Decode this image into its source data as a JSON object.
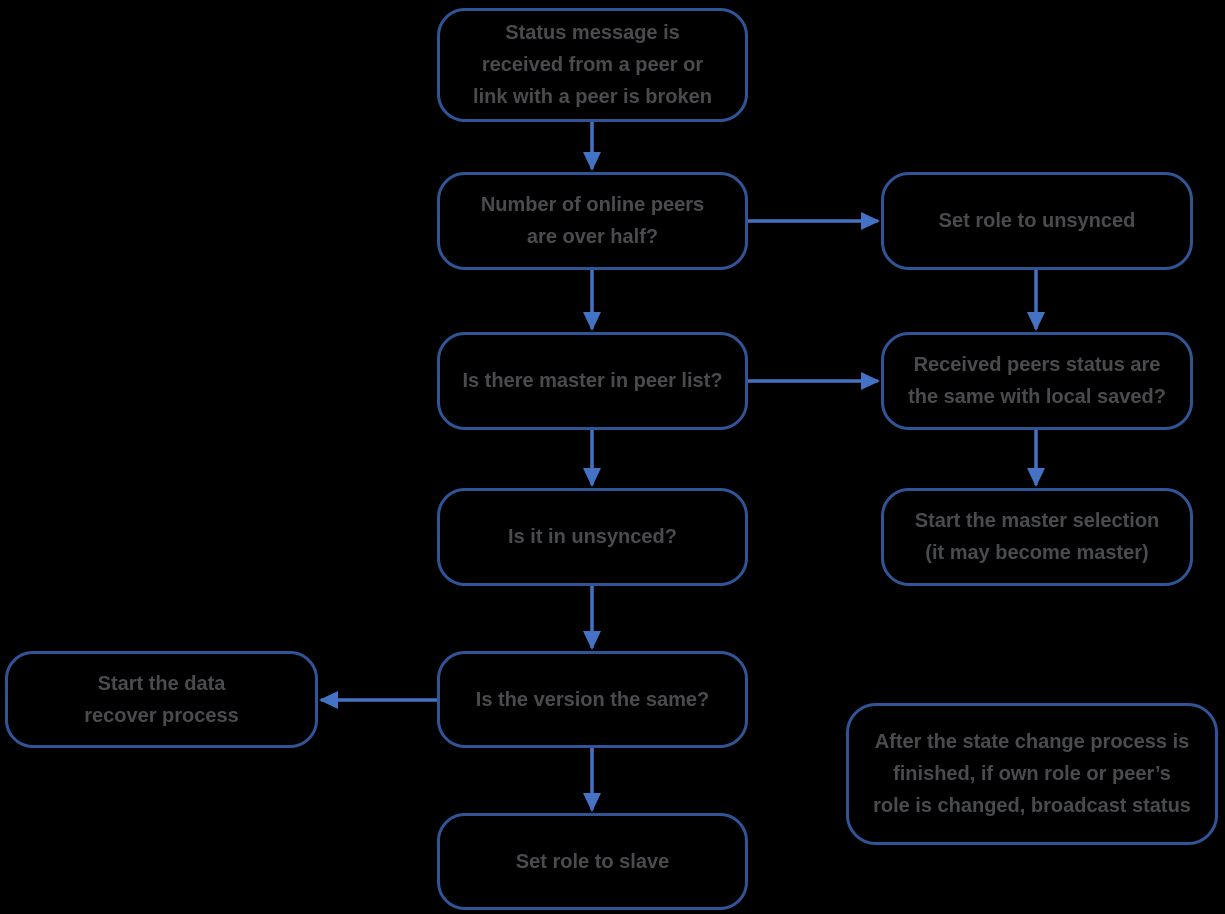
{
  "diagram": {
    "title": "Peer status / role state-change flowchart",
    "colors": {
      "background": "#000000",
      "box_border": "#2f5597",
      "arrow": "#4472c4",
      "text": "#4a4b4e"
    },
    "nodes": {
      "status_received": "Status message is\nreceived from a peer or\nlink with a peer is broken",
      "peers_over_half": "Number of online peers\nare over half?",
      "set_role_unsynced": "Set role to unsynced",
      "master_in_peer_list": "Is there master in peer list?",
      "peers_status_same": "Received peers status are\nthe same with local saved?",
      "is_in_unsynced": "Is it in unsynced?",
      "master_selection": "Start the master selection\n(it may become master)",
      "data_recover": "Start the data\nrecover process",
      "version_same": "Is the version the same?",
      "broadcast_note": "After the state change process is\nfinished, if own role or peer’s\nrole is changed, broadcast status",
      "set_role_slave": "Set role to slave"
    },
    "edges": [
      {
        "from": "status_received",
        "to": "peers_over_half"
      },
      {
        "from": "peers_over_half",
        "to": "set_role_unsynced"
      },
      {
        "from": "peers_over_half",
        "to": "master_in_peer_list"
      },
      {
        "from": "set_role_unsynced",
        "to": "peers_status_same"
      },
      {
        "from": "master_in_peer_list",
        "to": "peers_status_same"
      },
      {
        "from": "master_in_peer_list",
        "to": "is_in_unsynced"
      },
      {
        "from": "peers_status_same",
        "to": "master_selection"
      },
      {
        "from": "is_in_unsynced",
        "to": "version_same"
      },
      {
        "from": "version_same",
        "to": "data_recover"
      },
      {
        "from": "version_same",
        "to": "set_role_slave"
      }
    ]
  }
}
